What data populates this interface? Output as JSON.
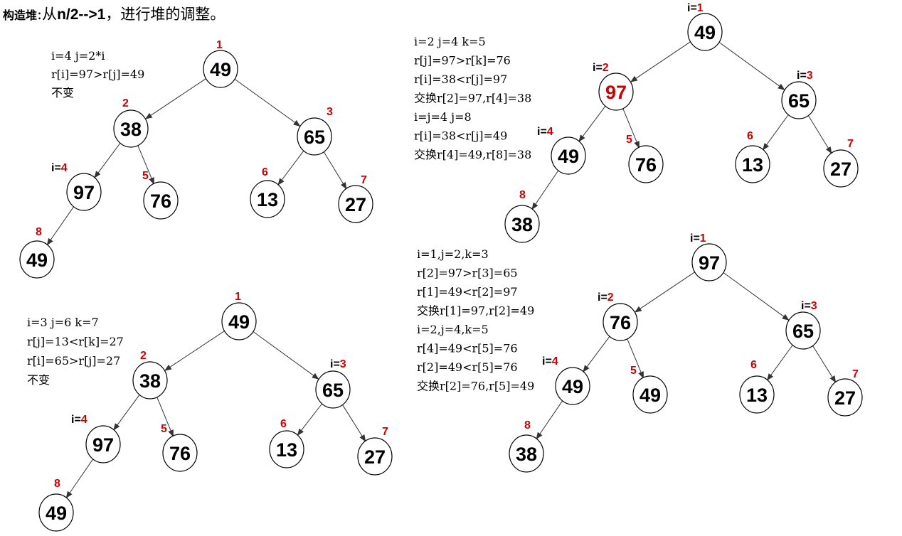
{
  "title": {
    "prefix": "构造堆",
    "colon": ":",
    "cong": "从",
    "range": "n/2-->1",
    "rest": "，进行堆的调整。"
  },
  "colors": {
    "node_stroke": "#000000",
    "edge": "#333333",
    "index": "#cc0000",
    "highlight": "#cc0000"
  },
  "panels": [
    {
      "id": "step-i4",
      "notes": [
        "i=4 j=2*i",
        "r[i]=97>r[j]=49",
        "不变"
      ],
      "nodes": [
        {
          "idx": "1",
          "val": "49"
        },
        {
          "idx": "2",
          "val": "38"
        },
        {
          "idx": "3",
          "val": "65"
        },
        {
          "idx": "4",
          "pre": "i=",
          "val": "97"
        },
        {
          "idx": "5",
          "val": "76"
        },
        {
          "idx": "6",
          "val": "13"
        },
        {
          "idx": "7",
          "val": "27"
        },
        {
          "idx": "8",
          "val": "49"
        }
      ]
    },
    {
      "id": "step-i3",
      "notes": [
        "i=3 j=6 k=7",
        "r[j]=13<r[k]=27",
        "r[i]=65>r[j]=27",
        "不变"
      ],
      "nodes": [
        {
          "idx": "1",
          "val": "49"
        },
        {
          "idx": "2",
          "val": "38"
        },
        {
          "idx": "3",
          "pre": "i=",
          "val": "65"
        },
        {
          "idx": "4",
          "pre": "i=",
          "val": "97"
        },
        {
          "idx": "5",
          "val": "76"
        },
        {
          "idx": "6",
          "val": "13"
        },
        {
          "idx": "7",
          "val": "27"
        },
        {
          "idx": "8",
          "val": "49"
        }
      ]
    },
    {
      "id": "step-i2",
      "notes": [
        "i=2 j=4 k=5",
        "r[j]=97>r[k]=76",
        "r[i]=38<r[j]=97",
        "交换r[2]=97,r[4]=38",
        "i=j=4 j=8",
        "r[i]=38<r[j]=49",
        "交换r[4]=49,r[8]=38"
      ],
      "nodes": [
        {
          "idx": "1",
          "pre": "i=",
          "val": "49"
        },
        {
          "idx": "2",
          "pre": "i=",
          "val": "97",
          "highlight": true
        },
        {
          "idx": "3",
          "pre": "i=",
          "val": "65"
        },
        {
          "idx": "4",
          "pre": "i=",
          "val": "49"
        },
        {
          "idx": "5",
          "val": "76"
        },
        {
          "idx": "6",
          "val": "13"
        },
        {
          "idx": "7",
          "val": "27"
        },
        {
          "idx": "8",
          "val": "38"
        }
      ]
    },
    {
      "id": "step-i1",
      "notes": [
        "i=1,j=2,k=3",
        "r[2]=97>r[3]=65",
        "r[1]=49<r[2]=97",
        "交换r[1]=97,r[2]=49",
        "i=2,j=4,k=5",
        "r[4]=49<r[5]=76",
        "r[2]=49<r[5]=76",
        "交换r[2]=76,r[5]=49"
      ],
      "nodes": [
        {
          "idx": "1",
          "pre": "i=",
          "val": "97"
        },
        {
          "idx": "2",
          "pre": "i=",
          "val": "76"
        },
        {
          "idx": "3",
          "pre": "i=",
          "val": "65"
        },
        {
          "idx": "4",
          "pre": "i=",
          "val": "49"
        },
        {
          "idx": "5",
          "val": "49"
        },
        {
          "idx": "6",
          "val": "13"
        },
        {
          "idx": "7",
          "val": "27"
        },
        {
          "idx": "8",
          "val": "38"
        }
      ]
    }
  ]
}
